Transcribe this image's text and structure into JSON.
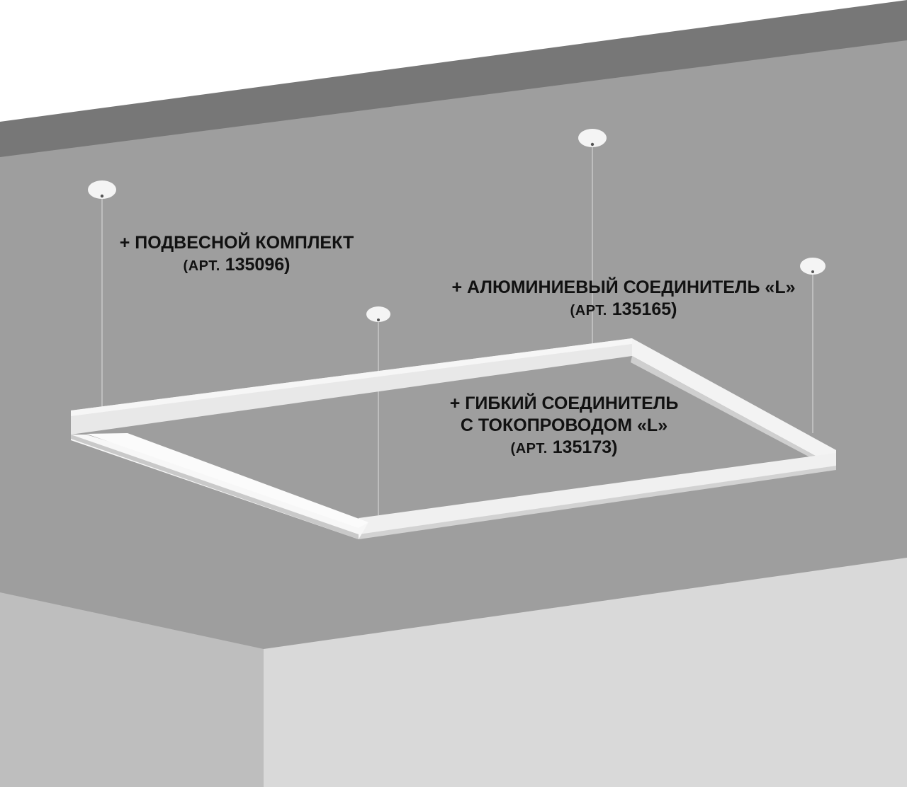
{
  "colors": {
    "background_top": "#ffffff",
    "soffit_band": "#777777",
    "ceiling": "#9e9e9e",
    "wall_left": "#bebebe",
    "wall_right": "#d9d9d9",
    "fixture": "#f2f2f2",
    "text": "#111111"
  },
  "labels": {
    "suspension_kit": {
      "line1": "+ ПОДВЕСНОЙ КОМПЛЕКТ",
      "art_prefix": "(АРТ.",
      "art_number": "135096)"
    },
    "aluminum_connector": {
      "line1": "+ АЛЮМИНИЕВЫЙ СОЕДИНИТЕЛЬ «L»",
      "art_prefix": "(АРТ.",
      "art_number": "135165)"
    },
    "flexible_connector": {
      "line1": "+ ГИБКИЙ СОЕДИНИТЕЛЬ",
      "line2": "С ТОКОПРОВОДОМ «L»",
      "art_prefix": "(АРТ.",
      "art_number": "135173)"
    }
  }
}
